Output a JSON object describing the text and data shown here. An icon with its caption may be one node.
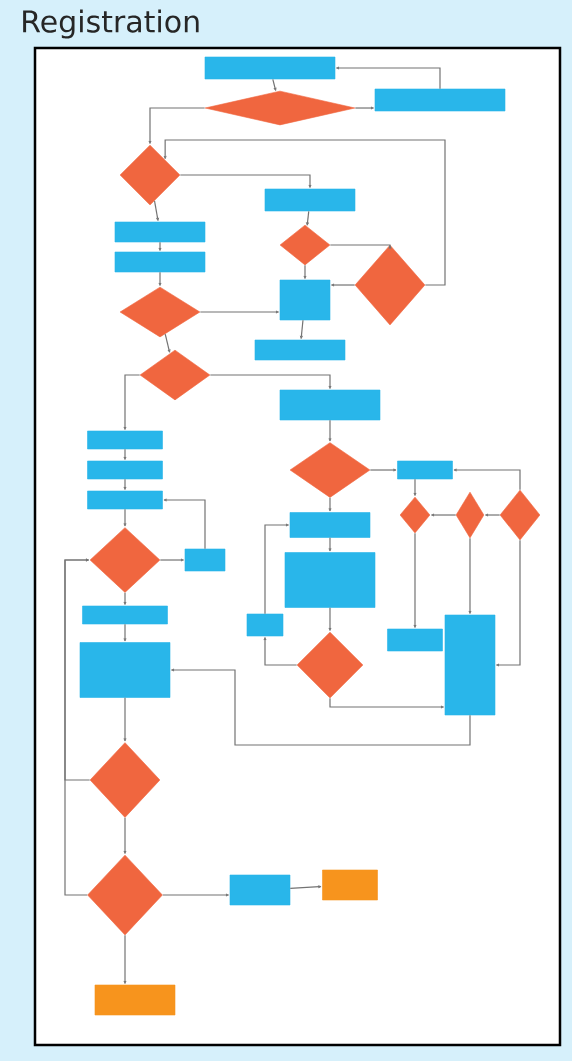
{
  "diagram": {
    "title": "Registration",
    "nodes": [
      {
        "text": [],
        "shape": "box"
      },
      {
        "text": [],
        "shape": "diamond"
      },
      {
        "text": [],
        "shape": "box"
      },
      {
        "text": [],
        "shape": "diamond"
      },
      {
        "text": [],
        "shape": "box"
      },
      {
        "text": [],
        "shape": "box"
      },
      {
        "text": [],
        "shape": "box"
      },
      {
        "text": [],
        "shape": "diamond"
      },
      {
        "text": [],
        "shape": "diamond"
      },
      {
        "text": [],
        "shape": "diamond"
      },
      {
        "text": [],
        "shape": "box"
      },
      {
        "text": [],
        "shape": "box"
      },
      {
        "text": [],
        "shape": "diamond"
      },
      {
        "text": [],
        "shape": "box"
      },
      {
        "text": [],
        "shape": "box"
      },
      {
        "text": [],
        "shape": "box"
      },
      {
        "text": [],
        "shape": "box"
      },
      {
        "text": [],
        "shape": "diamond"
      },
      {
        "text": [],
        "shape": "box"
      },
      {
        "text": [],
        "shape": "diamond"
      },
      {
        "text": [],
        "shape": "diamond"
      },
      {
        "text": [],
        "shape": "diamond"
      },
      {
        "text": [],
        "shape": "diamond"
      },
      {
        "text": [],
        "shape": "box"
      },
      {
        "text": [],
        "shape": "box"
      },
      {
        "text": [],
        "shape": "box"
      },
      {
        "text": [],
        "shape": "box"
      },
      {
        "text": [],
        "shape": "diamond"
      },
      {
        "text": [],
        "shape": "box"
      },
      {
        "text": [],
        "shape": "box"
      },
      {
        "text": [],
        "shape": "box"
      },
      {
        "text": [],
        "shape": "box"
      },
      {
        "text": [],
        "shape": "diamond"
      },
      {
        "text": [],
        "shape": "diamond"
      },
      {
        "text": [],
        "shape": "box"
      },
      {
        "text": [],
        "shape": "box"
      },
      {
        "text": [],
        "shape": "box"
      }
    ],
    "edges": [
      {
        "from": 0,
        "to": 1,
        "arrow": "to"
      },
      {
        "from": 1,
        "to": 2,
        "arrow": "to"
      },
      {
        "from": 2,
        "to": 0,
        "arrow": "to"
      },
      {
        "from": 1,
        "to": 3,
        "arrow": "to"
      },
      {
        "from": 3,
        "to": 4,
        "arrow": "to"
      },
      {
        "from": 3,
        "to": 5,
        "arrow": "to"
      },
      {
        "from": 5,
        "to": 6,
        "arrow": "to"
      },
      {
        "from": 6,
        "to": 9,
        "arrow": "to"
      },
      {
        "from": 4,
        "to": 7,
        "arrow": "to"
      },
      {
        "from": 7,
        "to": 10,
        "arrow": "to"
      },
      {
        "from": 7,
        "to": 8,
        "arrow": "to"
      },
      {
        "from": 8,
        "to": 10,
        "arrow": "to"
      },
      {
        "from": 8,
        "to": 3,
        "arrow": "to"
      },
      {
        "from": 9,
        "to": 10,
        "arrow": "to"
      },
      {
        "from": 10,
        "to": 11,
        "arrow": "to"
      },
      {
        "from": 9,
        "to": 12,
        "arrow": "to"
      },
      {
        "from": 12,
        "to": 14,
        "arrow": "to"
      },
      {
        "from": 12,
        "to": 13,
        "arrow": "to"
      },
      {
        "from": 14,
        "to": 15,
        "arrow": "to"
      },
      {
        "from": 15,
        "to": 16,
        "arrow": "to"
      },
      {
        "from": 16,
        "to": 22,
        "arrow": "to"
      },
      {
        "from": 22,
        "to": 23,
        "arrow": "to"
      },
      {
        "from": 23,
        "to": 16,
        "arrow": "to"
      },
      {
        "from": 22,
        "to": 30,
        "arrow": "to"
      },
      {
        "from": 30,
        "to": 31,
        "arrow": "to"
      },
      {
        "from": 13,
        "to": 17,
        "arrow": "to"
      },
      {
        "from": 17,
        "to": 24,
        "arrow": "to"
      },
      {
        "from": 17,
        "to": 18,
        "arrow": "to"
      },
      {
        "from": 18,
        "to": 19,
        "arrow": "to"
      },
      {
        "from": 20,
        "to": 19,
        "arrow": "to"
      },
      {
        "from": 21,
        "to": 20,
        "arrow": "to"
      },
      {
        "from": 21,
        "to": 18,
        "arrow": "to"
      },
      {
        "from": 19,
        "to": 28,
        "arrow": "to"
      },
      {
        "from": 20,
        "to": 29,
        "arrow": "to"
      },
      {
        "from": 21,
        "to": 29,
        "arrow": "to"
      },
      {
        "from": 24,
        "to": 25,
        "arrow": "to"
      },
      {
        "from": 26,
        "to": 24,
        "arrow": "to"
      },
      {
        "from": 25,
        "to": 27,
        "arrow": "to"
      },
      {
        "from": 27,
        "to": 26,
        "arrow": "to"
      },
      {
        "from": 27,
        "to": 29,
        "arrow": "to"
      },
      {
        "from": 29,
        "to": 31,
        "arrow": "to"
      },
      {
        "from": 31,
        "to": 32,
        "arrow": "to"
      },
      {
        "from": 32,
        "to": 33,
        "arrow": "to"
      },
      {
        "from": 32,
        "to": 22,
        "arrow": "to"
      },
      {
        "from": 33,
        "to": 22,
        "arrow": "to"
      },
      {
        "from": 33,
        "to": 34,
        "arrow": "to"
      },
      {
        "from": 34,
        "to": 35,
        "arrow": "to"
      },
      {
        "from": 33,
        "to": 36,
        "arrow": "to"
      }
    ]
  }
}
